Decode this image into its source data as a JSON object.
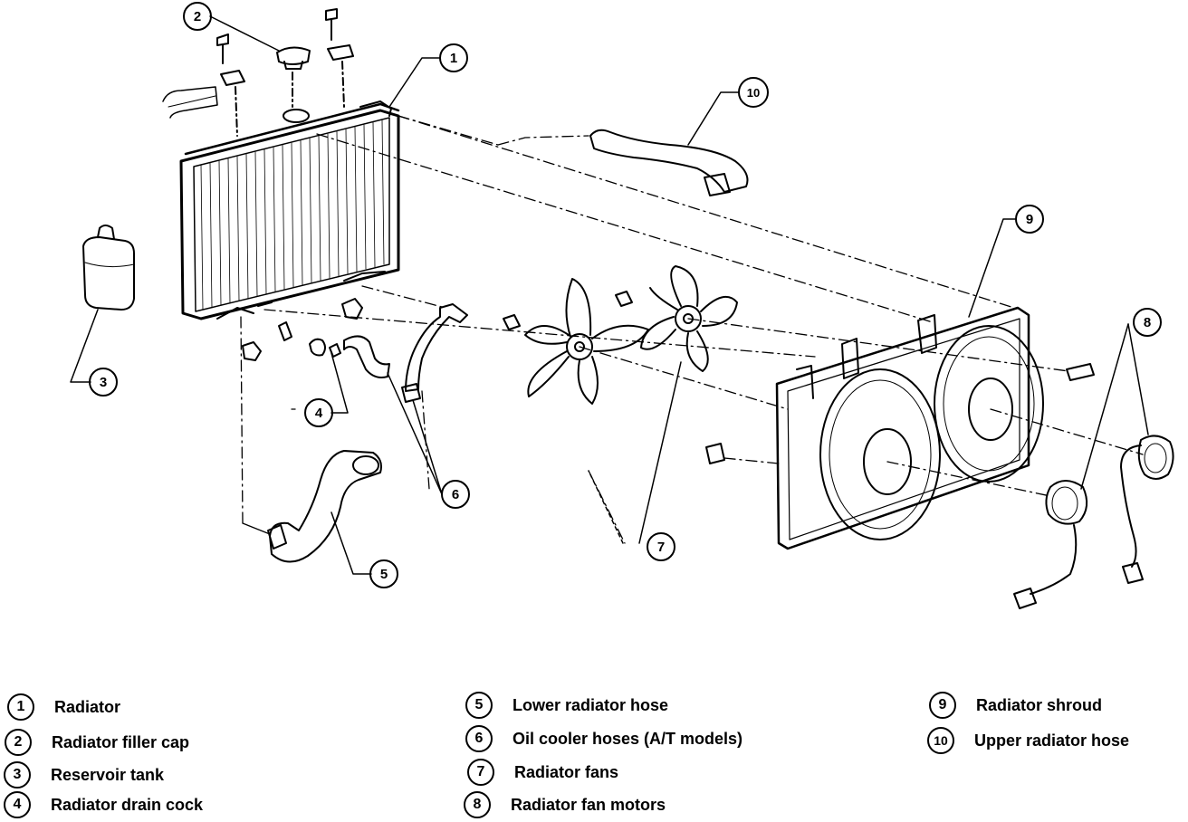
{
  "callouts": [
    {
      "id": "1",
      "num": "1"
    },
    {
      "id": "2",
      "num": "2"
    },
    {
      "id": "3",
      "num": "3"
    },
    {
      "id": "4",
      "num": "4"
    },
    {
      "id": "5",
      "num": "5"
    },
    {
      "id": "6",
      "num": "6"
    },
    {
      "id": "7",
      "num": "7"
    },
    {
      "id": "8",
      "num": "8"
    },
    {
      "id": "9",
      "num": "9"
    },
    {
      "id": "10",
      "num": "10"
    }
  ],
  "legend": {
    "items": [
      {
        "num": "1",
        "label": "Radiator"
      },
      {
        "num": "2",
        "label": "Radiator filler cap"
      },
      {
        "num": "3",
        "label": "Reservoir tank"
      },
      {
        "num": "4",
        "label": "Radiator drain cock"
      },
      {
        "num": "5",
        "label": "Lower radiator hose"
      },
      {
        "num": "6",
        "label": "Oil cooler hoses (A/T models)"
      },
      {
        "num": "7",
        "label": "Radiator fans"
      },
      {
        "num": "8",
        "label": "Radiator fan motors"
      },
      {
        "num": "9",
        "label": "Radiator shroud"
      },
      {
        "num": "10",
        "label": "Upper radiator hose"
      }
    ]
  }
}
